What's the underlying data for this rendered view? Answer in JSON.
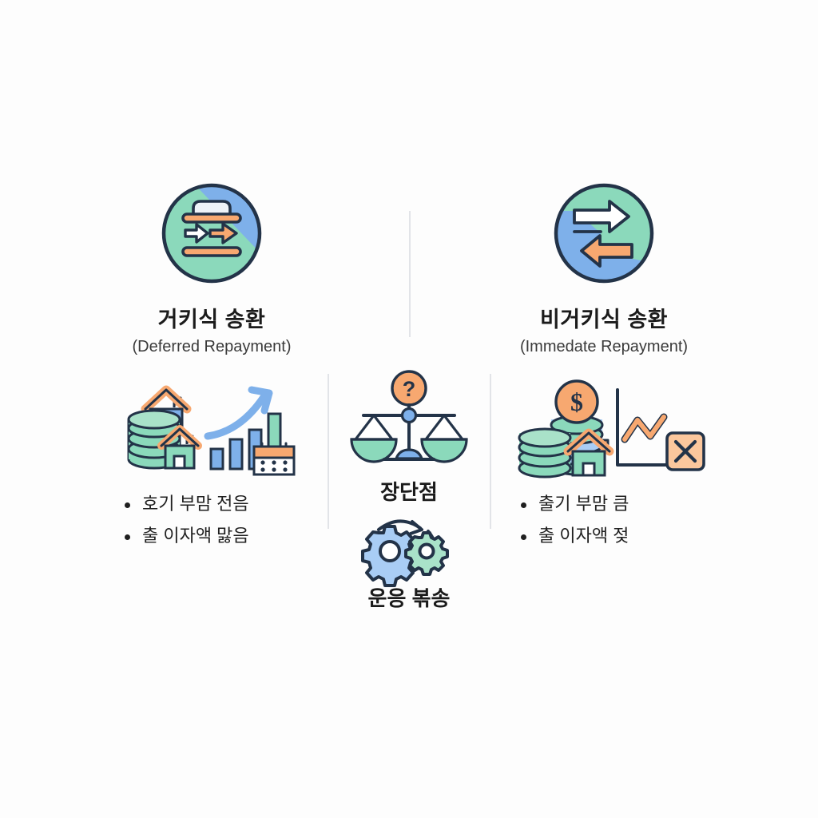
{
  "background": "#fdfdfd",
  "palette": {
    "outline": "#233348",
    "blue": "#7eb0ea",
    "blue_light": "#a9cdf5",
    "green": "#8bd9bb",
    "green_light": "#a9e2c9",
    "orange": "#f7a870",
    "orange_light": "#fbc79d",
    "white": "#ffffff",
    "off_white": "#eef3f8",
    "text": "#1b1b1b",
    "divider": "#e2e4e8"
  },
  "columns": {
    "left_header": {
      "icon_name": "deferred-repayment-circle-icon",
      "title_ko": "거키식 송환",
      "title_en": "(Deferred Repayment)"
    },
    "right_header": {
      "icon_name": "immediate-repayment-circle-icon",
      "title_ko": "비거키식 송환",
      "title_en": "(Immedate Repayment)"
    }
  },
  "left_panel": {
    "art_name": "coins-houses-growth-chart-calendar-illustration",
    "bullets": [
      "호기 부맘 전음",
      "출 이자액 맗음"
    ]
  },
  "right_panel": {
    "art_name": "coins-dollar-house-declining-chart-x-illustration",
    "bullets": [
      "출기 부맘 큼",
      "출 이자액 젖"
    ]
  },
  "center": {
    "scale_icon_name": "balance-scale-question-icon",
    "label_top": "장단점",
    "gears_icon_name": "gears-cycle-icon",
    "label_bottom": "운응 볶송"
  }
}
